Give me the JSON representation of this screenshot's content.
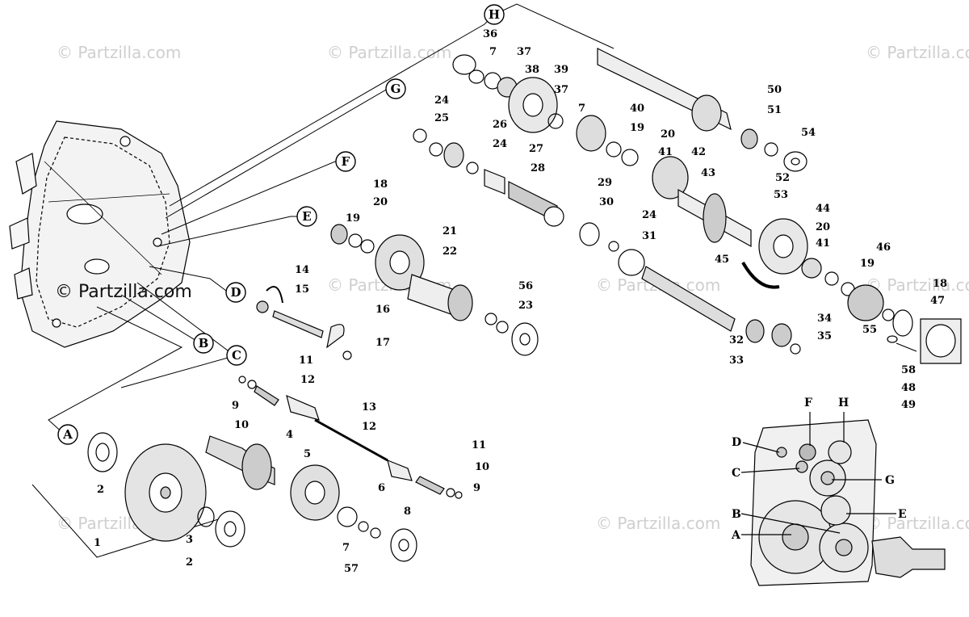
{
  "watermark": {
    "text": "© Partzilla.com"
  },
  "ref_letters": [
    "H",
    "G",
    "F",
    "E",
    "D",
    "C",
    "B",
    "A"
  ],
  "part_numbers": [
    "1",
    "2",
    "3",
    "4",
    "5",
    "6",
    "7",
    "8",
    "9",
    "10",
    "11",
    "12",
    "13",
    "14",
    "15",
    "16",
    "17",
    "18",
    "19",
    "20",
    "21",
    "22",
    "23",
    "24",
    "25",
    "26",
    "27",
    "28",
    "29",
    "30",
    "31",
    "32",
    "33",
    "34",
    "35",
    "36",
    "37",
    "38",
    "39",
    "40",
    "41",
    "42",
    "43",
    "44",
    "45",
    "46",
    "47",
    "48",
    "49",
    "50",
    "51",
    "52",
    "53",
    "54",
    "55",
    "56",
    "57",
    "58"
  ],
  "inset": {
    "labels": [
      "F",
      "H",
      "D",
      "C",
      "G",
      "B",
      "E",
      "A"
    ]
  }
}
